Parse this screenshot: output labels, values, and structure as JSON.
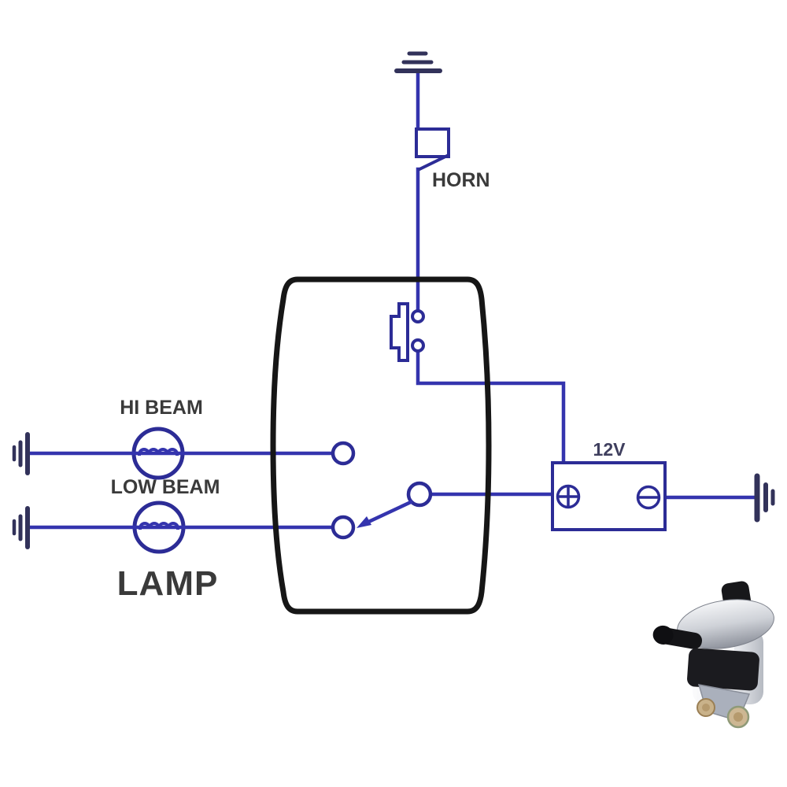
{
  "diagram": {
    "labels": {
      "horn": "HORN",
      "hi_beam": "HI BEAM",
      "low_beam": "LOW BEAM",
      "lamp": "LAMP",
      "battery": "12V"
    },
    "colors": {
      "wire": "#3434ae",
      "symbol": "#2c2c96",
      "ground": "#32325a",
      "outline": "#161616",
      "label": "#3a3a3a",
      "battery_label": "#3f3f5e",
      "background": "#ffffff"
    },
    "symbols": {
      "ground_top": "earth-ground",
      "horn_load": "horn-load-box",
      "horn_button": "push-button-normally-open",
      "hi_beam_lamp": "lamp-filament",
      "low_beam_lamp": "lamp-filament",
      "selector": "spdt-switch-arm-on-low-beam",
      "battery": "12v-battery-plus-minus",
      "ground_left_hi": "earth-ground",
      "ground_left_low": "earth-ground",
      "ground_right": "earth-ground",
      "photo": "handlebar-switch-product-photo"
    }
  }
}
